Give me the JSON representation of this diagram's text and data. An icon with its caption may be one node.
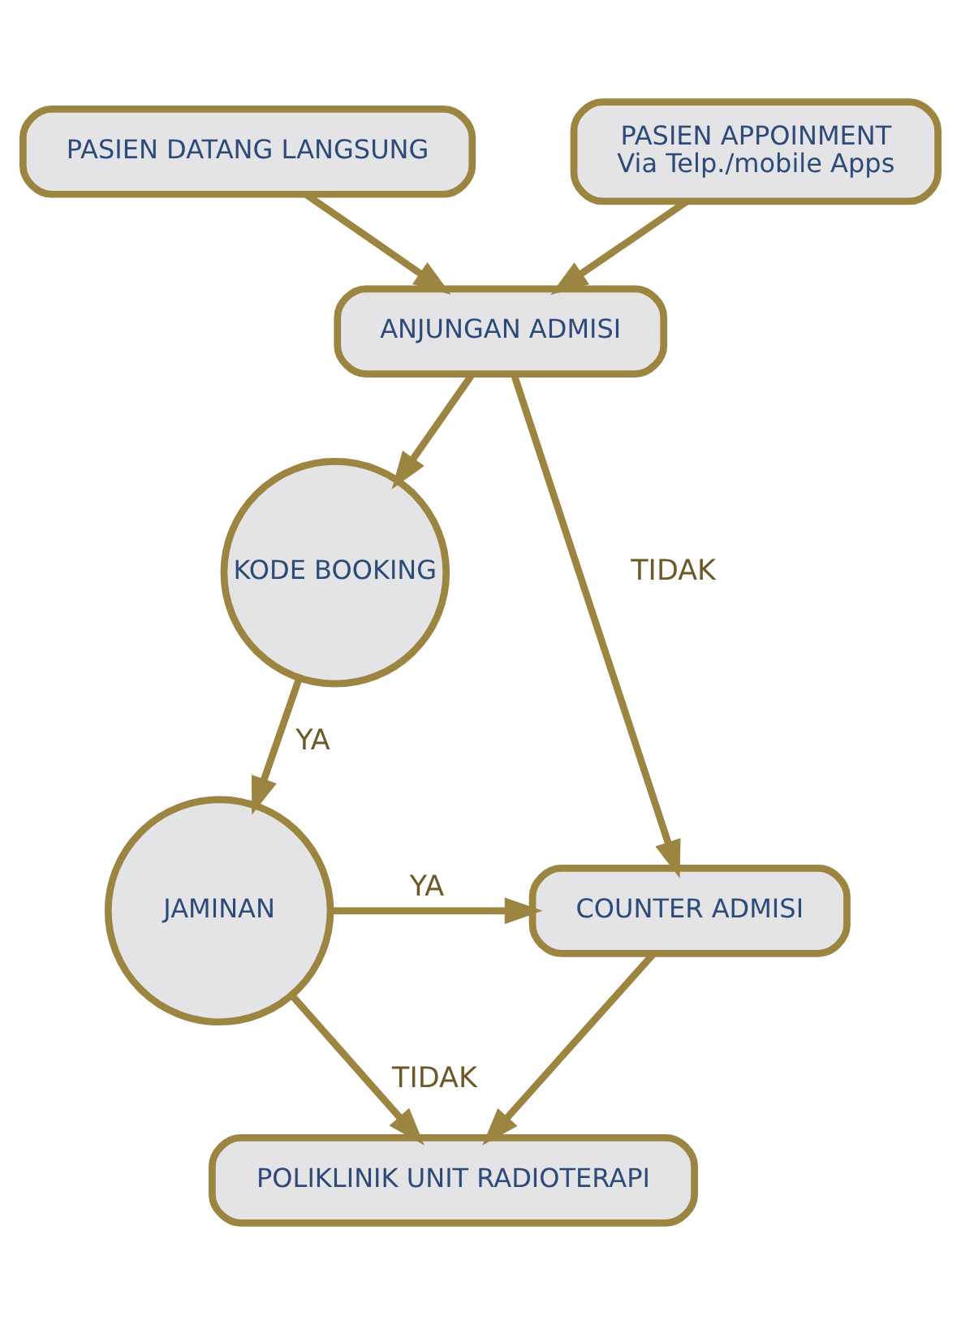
{
  "diagram": {
    "nodes": [
      {
        "text": [
          "PASIEN DATANG LANGSUNG"
        ]
      },
      {
        "text": [
          "PASIEN APPOINMENT",
          "Via Telp./mobile Apps"
        ]
      },
      {
        "text": [
          "ANJUNGAN ADMISI"
        ]
      },
      {
        "text": [
          "KODE BOOKING"
        ]
      },
      {
        "text": [
          "JAMINAN"
        ]
      },
      {
        "text": [
          "COUNTER ADMISI"
        ]
      },
      {
        "text": [
          "POLIKLINIK UNIT RADIOTERAPI"
        ]
      }
    ],
    "edges": [
      {
        "from": 0,
        "to": 2,
        "arrow": "to"
      },
      {
        "from": 1,
        "to": 2,
        "arrow": "to"
      },
      {
        "from": 2,
        "to": 3,
        "arrow": "to"
      },
      {
        "from": 3,
        "to": 4,
        "arrow": "to",
        "label": "YA"
      },
      {
        "from": 2,
        "to": 5,
        "arrow": "to",
        "label": "TIDAK"
      },
      {
        "from": 4,
        "to": 5,
        "arrow": "to",
        "label": "YA"
      },
      {
        "from": 4,
        "to": 6,
        "arrow": "to",
        "label": "TIDAK"
      },
      {
        "from": 5,
        "to": 6,
        "arrow": "to"
      }
    ]
  }
}
